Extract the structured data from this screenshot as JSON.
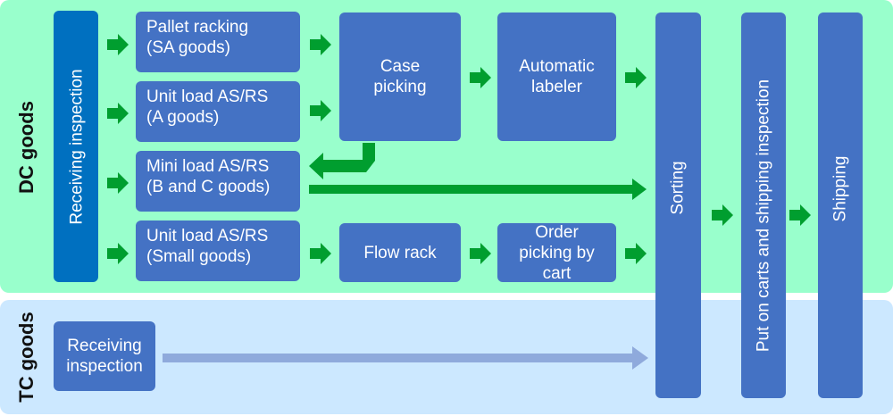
{
  "colors": {
    "dc_band": "#99ffcc",
    "tc_band": "#cce8ff",
    "box": "#4472c4",
    "receiving_dc": "#0070c0",
    "arrow_green": "#009e2f",
    "arrow_blue": "#8faadc"
  },
  "bands": {
    "dc_label": "DC goods",
    "tc_label": "TC goods"
  },
  "boxes": {
    "receiving_dc": "Receiving inspection",
    "pallet_racking": {
      "line1": "Pallet racking",
      "line2": "(SA goods)"
    },
    "unit_load_a": {
      "line1": "Unit load AS/RS",
      "line2": "(A goods)"
    },
    "mini_load": {
      "line1": "Mini load AS/RS",
      "line2": "(B and C goods)"
    },
    "unit_load_small": {
      "line1": "Unit load AS/RS",
      "line2": "(Small goods)"
    },
    "case_picking": {
      "line1": "Case",
      "line2": "picking"
    },
    "automatic_labeler": {
      "line1": "Automatic",
      "line2": "labeler"
    },
    "flow_rack": "Flow rack",
    "order_picking": {
      "line1": "Order",
      "line2": "picking by",
      "line3": "cart"
    },
    "sorting": "Sorting",
    "put_on_carts": "Put on carts and shipping inspection",
    "shipping": "Shipping",
    "receiving_tc": {
      "line1": "Receiving",
      "line2": "inspection"
    }
  }
}
